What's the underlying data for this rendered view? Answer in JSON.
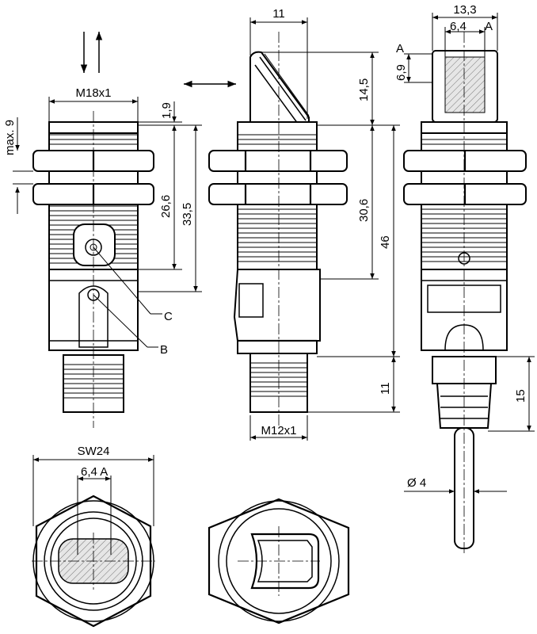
{
  "drawing": {
    "dims": {
      "m18x1": "M18x1",
      "max9": "max. 9",
      "d1_9": "1,9",
      "d26_6": "26,6",
      "d33_5": "33,5",
      "labelC": "C",
      "labelB": "B",
      "d11_top": "11",
      "d14_5": "14,5",
      "d30_6": "30,6",
      "d46": "46",
      "d11_side": "11",
      "m12x1": "M12x1",
      "d13_3": "13,3",
      "d6_4A_top": "6,4",
      "labelA_top": "A",
      "labelA_left": "A",
      "d6_9": "6,9",
      "d15": "15",
      "dia4": "Ø 4",
      "sw24": "SW24",
      "d6_4A_bottom": "6,4 A"
    }
  }
}
